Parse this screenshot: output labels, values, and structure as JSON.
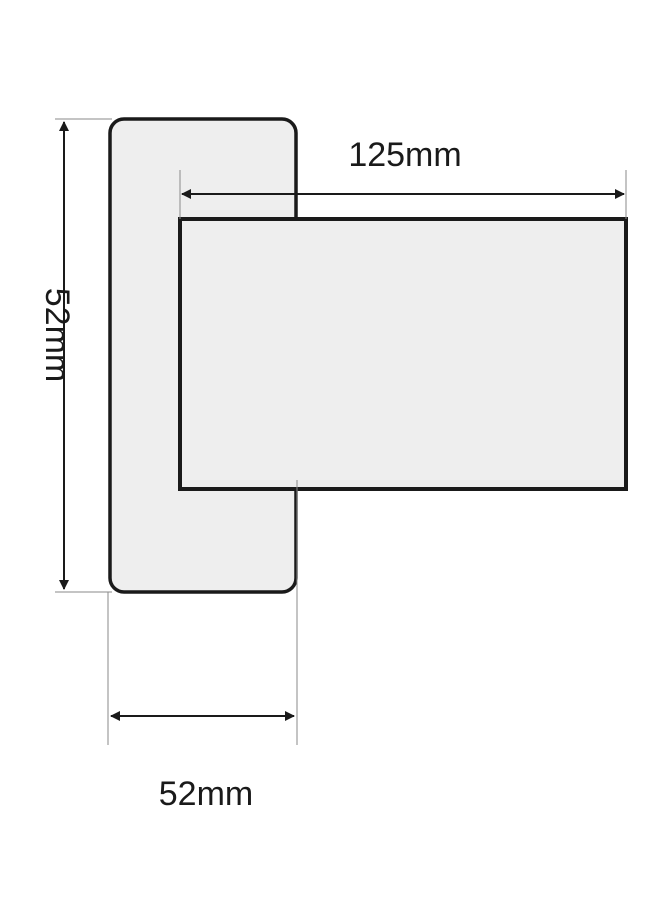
{
  "dimensions": {
    "length_label": "125mm",
    "height_label": "52mm",
    "width_label": "52mm"
  },
  "colors": {
    "stroke": "#1a1a1a",
    "fill": "#eeeeee",
    "background": "#ffffff",
    "guide": "#8a8a8a"
  }
}
